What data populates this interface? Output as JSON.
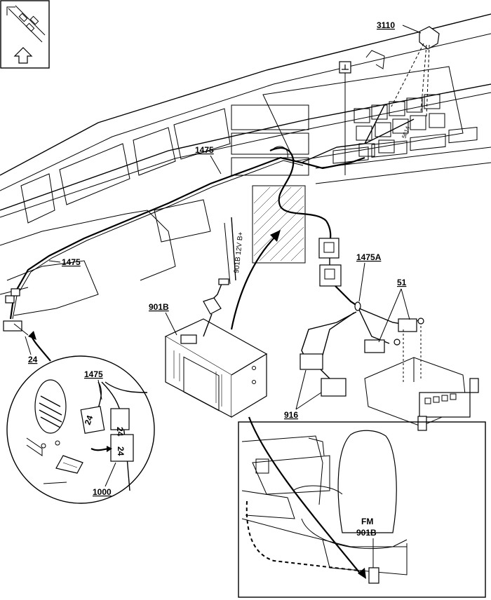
{
  "labels": {
    "l3110": "3110",
    "l1475_top": "1475",
    "l1475_left": "1475",
    "l1475_zoom": "1475",
    "l1475A": "1475A",
    "l51": "51",
    "l901B": "901B",
    "l24": "24",
    "l1000": "1000",
    "l916": "916",
    "lFM": "FM",
    "l901B_seat": "901B",
    "wire_tag": "901B 12V B+",
    "conn_24a": "24",
    "conn_24b": "24",
    "conn_24c": "24",
    "relay_tag": "5614"
  },
  "icons": {
    "orientation": "orientation-arrow-icon",
    "ground": "ground-symbol-icon"
  }
}
